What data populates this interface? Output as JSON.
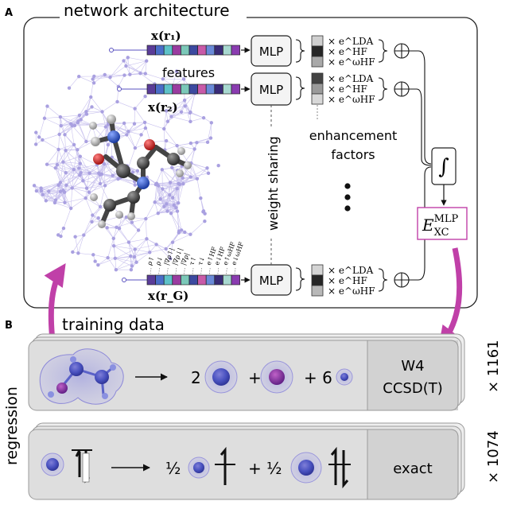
{
  "panel_a": {
    "letter": "A",
    "title": "network architecture",
    "input_top": "x(r₁)",
    "input_second": "x(r₂)",
    "input_bottom": "x(r_G)",
    "features_label": "features",
    "mlp_label": "MLP",
    "weight_sharing": "weight sharing",
    "enhancement_line1": "enhancement",
    "enhancement_line2": "factors",
    "energy_terms": [
      "× e^LDA",
      "× e^HF",
      "× e^ωHF"
    ],
    "integral_symbol": "∫",
    "output": "E_xc^MLP",
    "feature_names": [
      "ρ↑",
      "ρ↓",
      "|∇ρ↑|",
      "|∇ρ↓|",
      "|∇ρ|",
      "τ↑",
      "τ↓",
      "e↑HF",
      "e↓HF",
      "e↑ωHF",
      "e↓ωHF"
    ]
  },
  "panel_b": {
    "letter": "B",
    "title": "training data",
    "side_label": "regression",
    "row1": {
      "coef1": "2",
      "plus1": "+",
      "plus2": "+ 6",
      "method_line1": "W4",
      "method_line2": "CCSD(T)",
      "count": "× 1161"
    },
    "row2": {
      "half1": "½",
      "plus": "+ ½",
      "method": "exact",
      "count": "× 1074"
    }
  },
  "colors": {
    "accent_magenta": "#c040a8",
    "atom_blue": "#3a4fc8",
    "cloud": "#9a97d8",
    "graph_node": "#b0a8e0",
    "panel_grey": "#dcdcdc"
  }
}
